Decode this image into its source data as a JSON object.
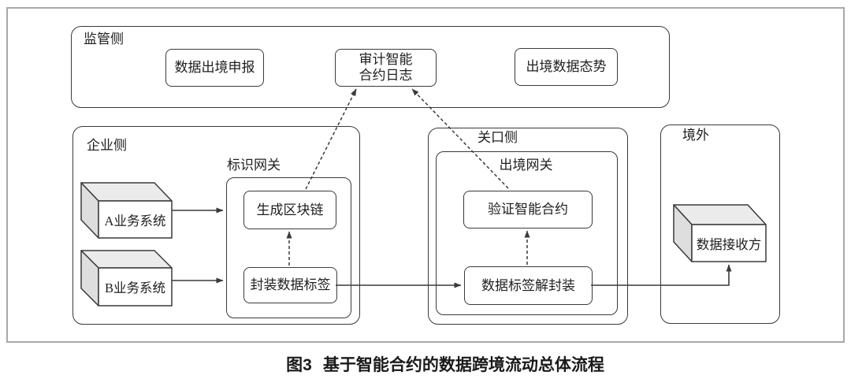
{
  "caption": {
    "prefix": "图3",
    "title": "基于智能合约的数据跨境流动总体流程"
  },
  "regions": {
    "regulator": {
      "label": "监管侧"
    },
    "enterprise": {
      "label": "企业侧"
    },
    "checkpoint": {
      "label": "关口侧"
    },
    "overseas": {
      "label": "境外"
    }
  },
  "gateways": {
    "identification": {
      "label": "标识网关"
    },
    "exit": {
      "label": "出境网关"
    }
  },
  "nodes": {
    "declaration": {
      "label": "数据出境申报"
    },
    "audit": {
      "line1": "审计智能",
      "line2": "合约日志"
    },
    "situation": {
      "label": "出境数据态势"
    },
    "generate": {
      "label": "生成区块链"
    },
    "encapsulate": {
      "label": "封装数据标签"
    },
    "verify": {
      "label": "验证智能合约"
    },
    "decapsulate": {
      "label": "数据标签解封装"
    }
  },
  "systems": {
    "a": {
      "label": "A业务系统"
    },
    "b": {
      "label": "B业务系统"
    },
    "receiver": {
      "label": "数据接收方"
    }
  },
  "colors": {
    "line": "#3a3a3a",
    "frame_border": "#a8a8a8",
    "cube_top": "#ebebeb",
    "cube_side": "#dedede",
    "background": "#ffffff"
  }
}
